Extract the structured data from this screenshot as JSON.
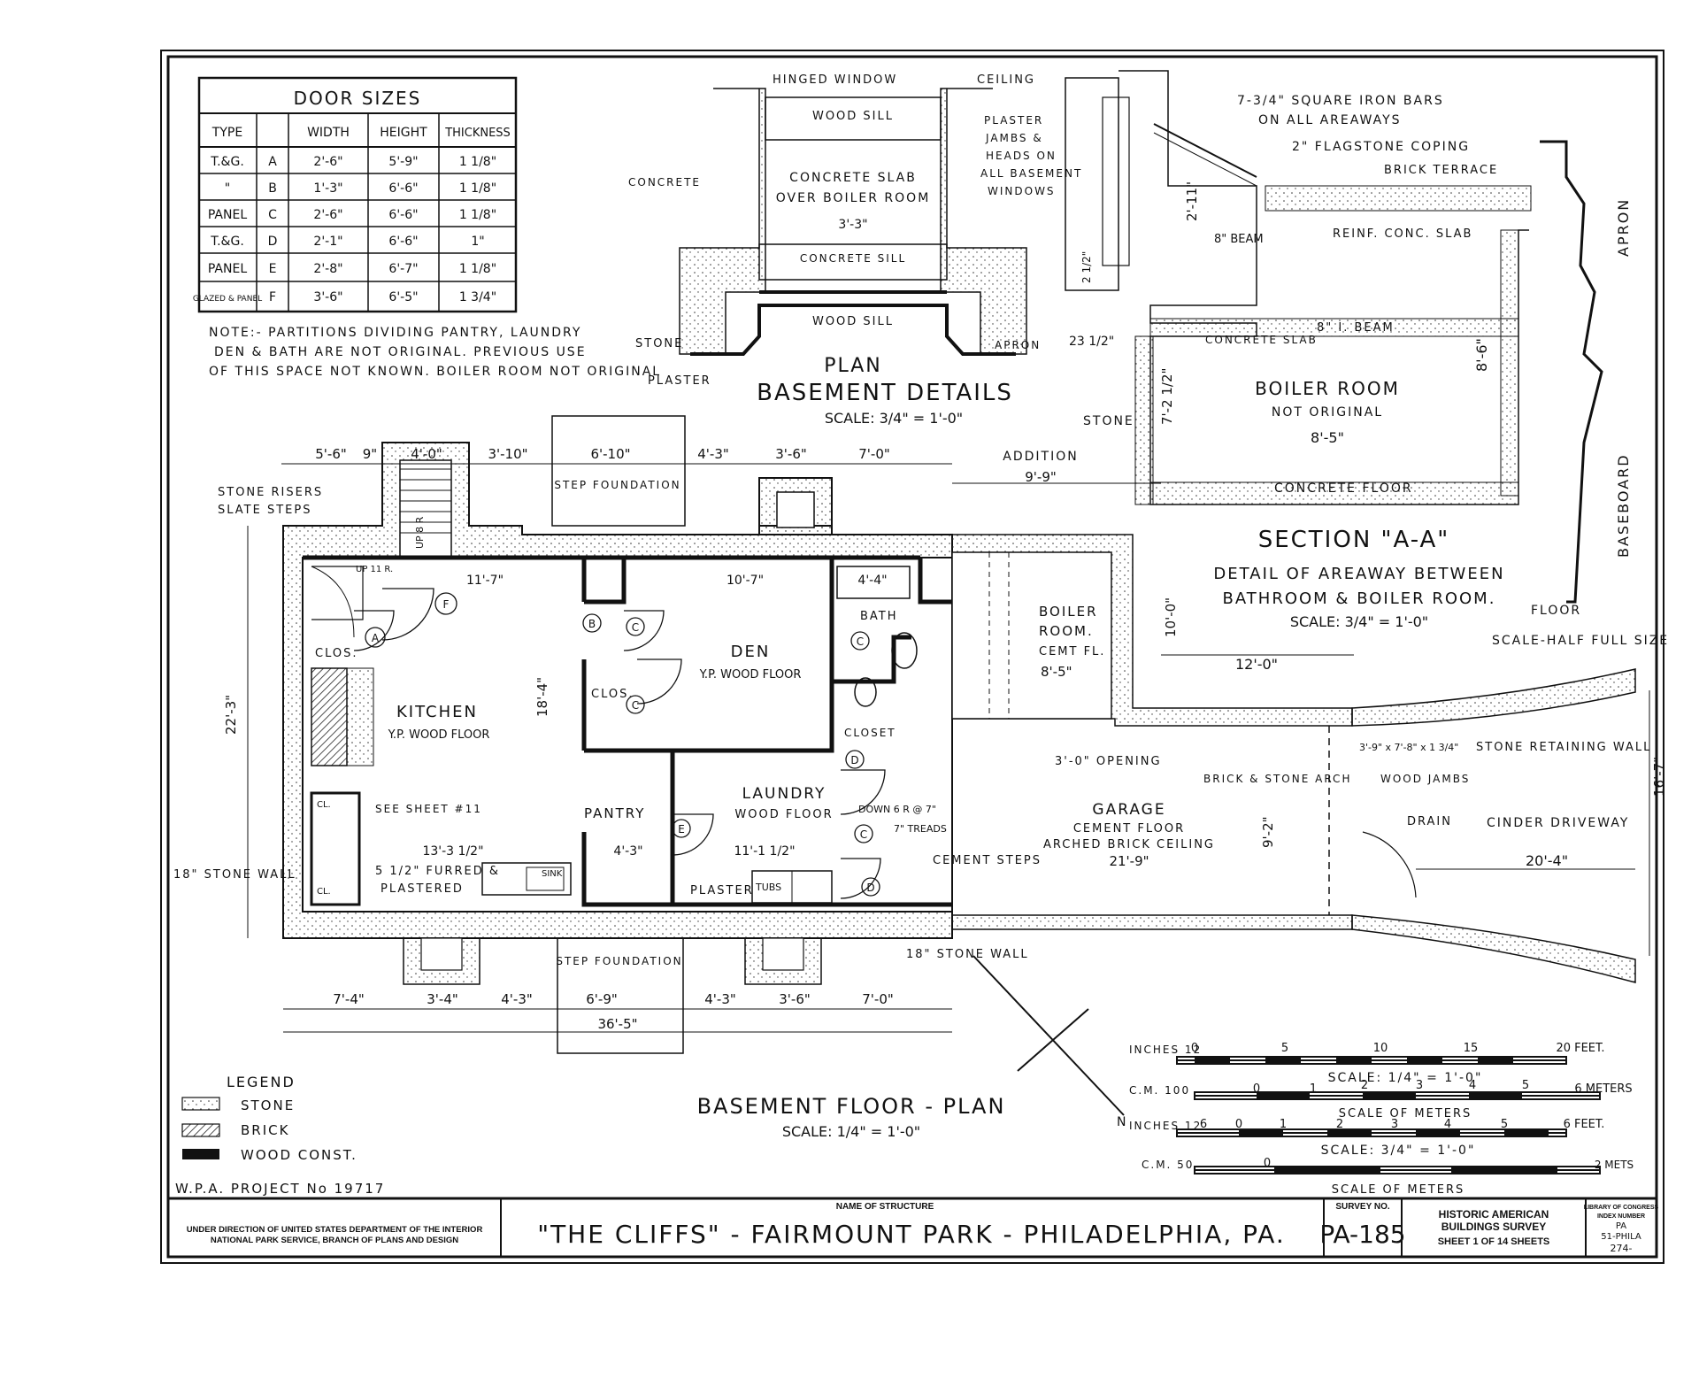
{
  "door_table": {
    "title": "DOOR SIZES",
    "headers": [
      "TYPE",
      "",
      "WIDTH",
      "HEIGHT",
      "THICKNESS"
    ],
    "rows": [
      [
        "T.&G.",
        "A",
        "2'-6\"",
        "5'-9\"",
        "1 1/8\""
      ],
      [
        "\"",
        "B",
        "1'-3\"",
        "6'-6\"",
        "1 1/8\""
      ],
      [
        "PANEL",
        "C",
        "2'-6\"",
        "6'-6\"",
        "1 1/8\""
      ],
      [
        "T.&G.",
        "D",
        "2'-1\"",
        "6'-6\"",
        "1\""
      ],
      [
        "PANEL",
        "E",
        "2'-8\"",
        "6'-7\"",
        "1 1/8\""
      ],
      [
        "GLAZED & PANEL",
        "F",
        "3'-6\"",
        "6'-5\"",
        "1 3/4\""
      ]
    ]
  },
  "note": {
    "line1": "NOTE:- PARTITIONS DIVIDING PANTRY, LAUNDRY",
    "line2": "DEN & BATH ARE NOT ORIGINAL. PREVIOUS USE",
    "line3": "OF THIS SPACE NOT KNOWN. BOILER ROOM NOT ORIGINAL"
  },
  "basement_details": {
    "hinged_window": "HINGED WINDOW",
    "ceiling": "CEILING",
    "wood_sill_top": "WOOD SILL",
    "concrete": "CONCRETE",
    "slab_line1": "CONCRETE SLAB",
    "slab_line2": "OVER BOILER ROOM",
    "dim": "3'-3\"",
    "concrete_sill": "CONCRETE SILL",
    "wood_sill_bottom": "WOOD SILL",
    "stone": "STONE",
    "apron": "APRON",
    "plaster": "PLASTER",
    "plaster_note1": "PLASTER",
    "plaster_note2": "JAMBS &",
    "plaster_note3": "HEADS ON",
    "plaster_note4": "ALL BASEMENT",
    "plaster_note5": "WINDOWS",
    "plan_label": "PLAN",
    "title": "BASEMENT DETAILS",
    "scale": "SCALE: 3/4\" = 1'-0\""
  },
  "section_aa": {
    "iron_bars1": "7-3/4\" SQUARE IRON BARS",
    "iron_bars2": "ON ALL AREAWAYS",
    "flagstone": "2\" FLAGSTONE COPING",
    "brick_terrace": "BRICK TERRACE",
    "beam8": "8\" BEAM",
    "reinf": "REINF. CONC. SLAB",
    "i_beam": "8\" I. BEAM",
    "conc_slab": "CONCRETE SLAB",
    "dim_211": "2'-11\"",
    "dim_25": "2 1/2\"",
    "dim_2312": "23 1/2\"",
    "dim_722": "7'-2 1/2\"",
    "dim_86": "8'-6\"",
    "boiler": "BOILER ROOM",
    "not_orig": "NOT ORIGINAL",
    "dim_85": "8'-5\"",
    "concrete_floor": "CONCRETE FLOOR",
    "stone": "STONE",
    "title": "SECTION \"A-A\"",
    "detail1": "DETAIL OF AREAWAY BETWEEN",
    "detail2": "BATHROOM & BOILER ROOM.",
    "scale": "SCALE: 3/4\" = 1'-0\"",
    "apron": "APRON",
    "baseboard": "BASEBOARD",
    "floor": "FLOOR",
    "half_scale": "SCALE-HALF FULL SIZE"
  },
  "plan": {
    "stone_risers": "STONE RISERS",
    "slate_steps": "SLATE STEPS",
    "kitchen": "KITCHEN",
    "kitchen_floor": "Y.P. WOOD FLOOR",
    "den": "DEN",
    "den_floor": "Y.P. WOOD FLOOR",
    "bath": "BATH",
    "clos": "CLOS.",
    "closet": "CLOSET",
    "laundry": "LAUNDRY",
    "laundry_floor": "WOOD FLOOR",
    "pantry": "PANTRY",
    "boiler1": "BOILER",
    "boiler2": "ROOM.",
    "boiler3": "CEMT FL.",
    "boiler_dim": "8'-5\"",
    "garage": "GARAGE",
    "garage_floor": "CEMENT FLOOR",
    "garage_ceiling": "ARCHED BRICK CEILING",
    "garage_dim": "21'-9\"",
    "addition": "ADDITION",
    "addition_dim": "9'-9\"",
    "opening": "3'-0\" OPENING",
    "cement_steps": "CEMENT STEPS",
    "brick_stone_arch": "BRICK & STONE ARCH",
    "wood_jambs": "WOOD JAMBS",
    "drain": "DRAIN",
    "door_dim": "3'-9\" x 7'-8\" x 1 3/4\"",
    "stone_retaining": "STONE RETAINING WALL",
    "cinder": "CINDER DRIVEWAY",
    "drive_dim": "20'-4\"",
    "dim_12": "12'-0\"",
    "dim_167": "16'-7\"",
    "dim_100": "10'-0\"",
    "dim_92": "9'-2\"",
    "stone_wall_18": "18\" STONE WALL",
    "stone_wall_18b": "18\" STONE WALL",
    "see_sheet": "SEE SHEET #11",
    "furred1": "5 1/2\" FURRED &",
    "furred2": "PLASTERED",
    "sink": "SINK",
    "tubs": "TUBS",
    "plaster": "PLASTER",
    "down": "DOWN 6 R @ 7\"",
    "treads": "7\" TREADS",
    "step_foundation_top": "STEP FOUNDATION",
    "step_foundation_bottom": "STEP FOUNDATION",
    "up8r": "UP 8 R",
    "up11r": "UP 11 R.",
    "cl": "CL.",
    "top_dims": [
      "5'-6\"",
      "9\"",
      "4'-0\"",
      "3'-10\"",
      "6'-10\"",
      "4'-3\"",
      "3'-6\"",
      "7'-0\""
    ],
    "bottom_dims": [
      "7'-4\"",
      "3'-4\"",
      "4'-3\"",
      "6'-9\"",
      "4'-3\"",
      "3'-6\"",
      "7'-0\""
    ],
    "total": "36'-5\"",
    "dim_223": "22'-3\"",
    "dim_184": "18'-4\"",
    "dim_117": "11'-7\"",
    "dim_107": "10'-7\"",
    "dim_44": "4'-4\"",
    "dim_1332": "13'-3 1/2\"",
    "dim_11112": "11'-1 1/2\"",
    "dim_43": "4'-3\"",
    "door_letters": [
      "A",
      "B",
      "C",
      "C",
      "C",
      "D",
      "D",
      "E",
      "F",
      "C"
    ],
    "title": "BASEMENT FLOOR - PLAN",
    "scale": "SCALE: 1/4\" = 1'-0\""
  },
  "legend": {
    "title": "LEGEND",
    "items": [
      "STONE",
      "BRICK",
      "WOOD CONST."
    ]
  },
  "wpa": "W.P.A. PROJECT No 19717",
  "scales": {
    "inches1_label": "INCHES 12",
    "inches1_ticks": [
      "0",
      "5",
      "10",
      "15",
      "20 FEET."
    ],
    "scale1": "SCALE: 1/4\" = 1'-0\"",
    "cm1_label": "C.M. 100",
    "cm1_ticks": [
      "0",
      "1",
      "2",
      "3",
      "4",
      "5",
      "6 METERS"
    ],
    "meters1": "SCALE OF METERS",
    "inches2_label": "INCHES 12",
    "inches2_ticks": [
      "6",
      "0",
      "1",
      "2",
      "3",
      "4",
      "5",
      "6 FEET."
    ],
    "scale2": "SCALE: 3/4\" = 1'-0\"",
    "cm2_label": "C.M. 50",
    "cm2_ticks": [
      "0",
      "2 METS"
    ],
    "meters2": "SCALE OF METERS"
  },
  "title_block": {
    "agency1": "UNDER DIRECTION OF UNITED STATES DEPARTMENT OF THE INTERIOR",
    "agency2": "NATIONAL PARK SERVICE, BRANCH OF PLANS AND DESIGN",
    "name_label": "NAME OF STRUCTURE",
    "name": "\"THE CLIFFS\" - FAIRMOUNT PARK - PHILADELPHIA, PA.",
    "survey_label": "SURVEY NO.",
    "survey_no": "PA-185",
    "habs1": "HISTORIC AMERICAN",
    "habs2": "BUILDINGS SURVEY",
    "sheet": "SHEET 1 OF 14 SHEETS",
    "loc1": "LIBRARY OF CONGRESS",
    "loc2": "INDEX NUMBER",
    "loc3": "PA",
    "loc4": "51-PHILA",
    "loc5": "274-"
  }
}
